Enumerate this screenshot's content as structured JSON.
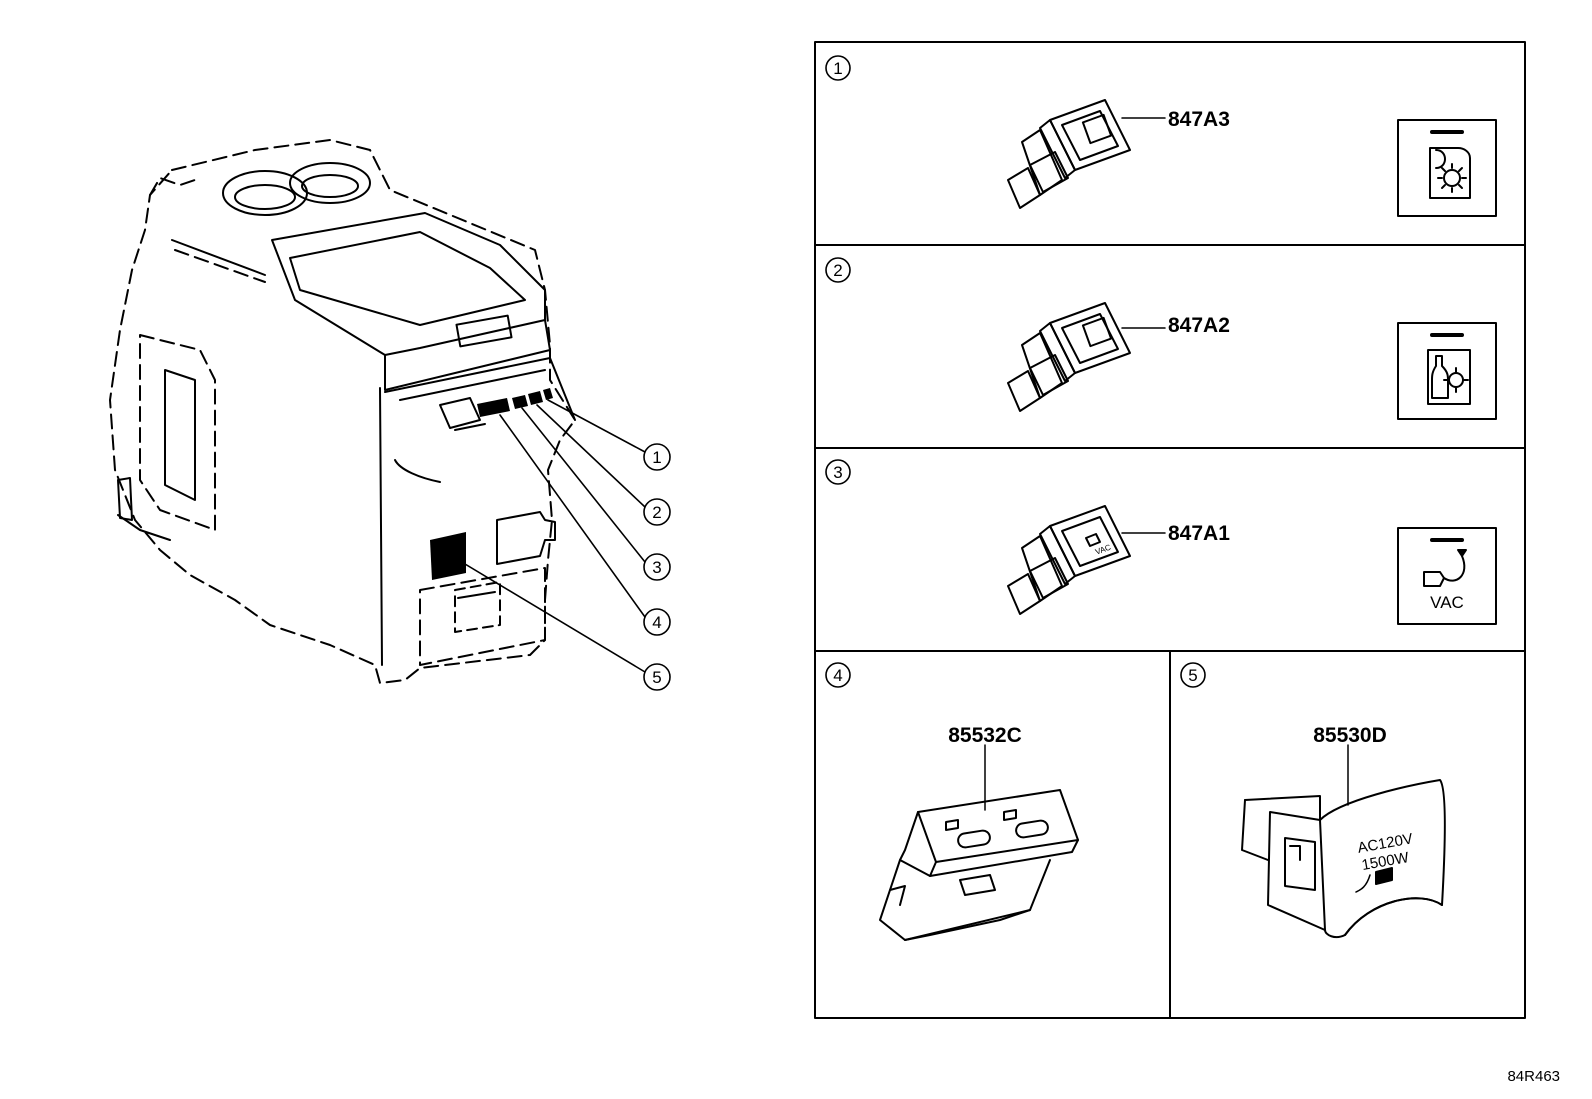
{
  "callouts": [
    "1",
    "2",
    "3",
    "4",
    "5"
  ],
  "panels": [
    {
      "number": "1",
      "part_no": "847A3",
      "icon": "cup-heat-cool-icon"
    },
    {
      "number": "2",
      "part_no": "847A2",
      "icon": "bottle-heat-cool-icon"
    },
    {
      "number": "3",
      "part_no": "847A1",
      "icon": "vacuum-icon",
      "icon_text": "VAC",
      "switch_text": "VAC"
    },
    {
      "number": "4",
      "part_no": "85532C",
      "icon": "usb-charge-icon"
    },
    {
      "number": "5",
      "part_no": "85530D",
      "icon": "ac-plug-icon",
      "label_line1": "AC120V",
      "label_line2": "1500W"
    }
  ],
  "reference_code": "84R463"
}
